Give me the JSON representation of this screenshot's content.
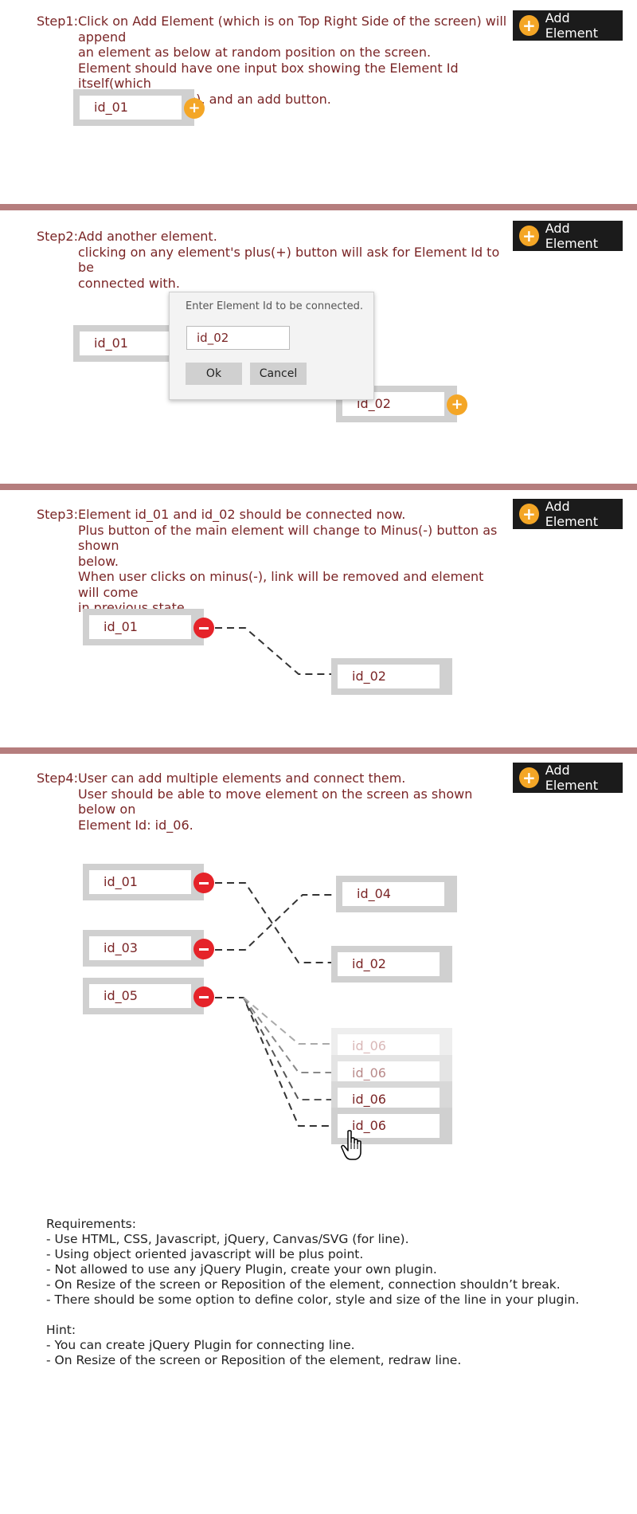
{
  "add_button_label": "Add Element",
  "step1": {
    "label": "Step1:",
    "lines": [
      "Click on Add Element (which is on Top Right Side of the screen) will append",
      "an element as below at random position on the screen.",
      "Element should have one input box showing the Element Id itself(which",
      "should be editable), and an add button."
    ],
    "element_id": "id_01"
  },
  "step2": {
    "label": "Step2:",
    "lines": [
      "Add another element.",
      "clicking on any element's plus(+) button will ask for Element Id to be",
      "connected with."
    ],
    "element1_id": "id_01",
    "element2_id": "id_02",
    "dialog": {
      "message": "Enter Element Id to be connected.",
      "input_value": "id_02",
      "ok_label": "Ok",
      "cancel_label": "Cancel"
    }
  },
  "step3": {
    "label": "Step3:",
    "lines": [
      "Element id_01 and id_02 should be connected now.",
      "Plus button of the main element will change to Minus(-) button as shown",
      "below.",
      "When user clicks on minus(-), link will be removed and element will come",
      "in previous state"
    ],
    "element1_id": "id_01",
    "element2_id": "id_02"
  },
  "step4": {
    "label": "Step4:",
    "lines": [
      "User can add multiple elements and connect them.",
      "User should be able to move element on the screen as shown below on",
      "Element Id: id_06."
    ],
    "elements": {
      "a": "id_01",
      "b": "id_03",
      "c": "id_05",
      "d": "id_04",
      "e": "id_02",
      "f1": "id_06",
      "f2": "id_06",
      "f3": "id_06",
      "f4": "id_06"
    }
  },
  "requirements": {
    "title": "Requirements:",
    "items": [
      "- Use HTML, CSS, Javascript, jQuery, Canvas/SVG (for line).",
      "- Using object oriented javascript will be plus point.",
      "- Not allowed to use any jQuery Plugin, create your own plugin.",
      "- On Resize of the screen or Reposition of the element, connection shouldn’t break.",
      "- There should be some option to define color, style and size of the line in your plugin."
    ],
    "hint_title": "Hint:",
    "hints": [
      "- You can create jQuery Plugin for connecting line.",
      "- On Resize of the screen or Reposition of the element, redraw line."
    ]
  },
  "colors": {
    "text_accent": "#7a2526",
    "separator": "#b57d7d",
    "plus_button": "#f4a626",
    "minus_button": "#e52329",
    "add_button_bg": "#1b1b1b",
    "element_frame": "#d0d0d0"
  }
}
